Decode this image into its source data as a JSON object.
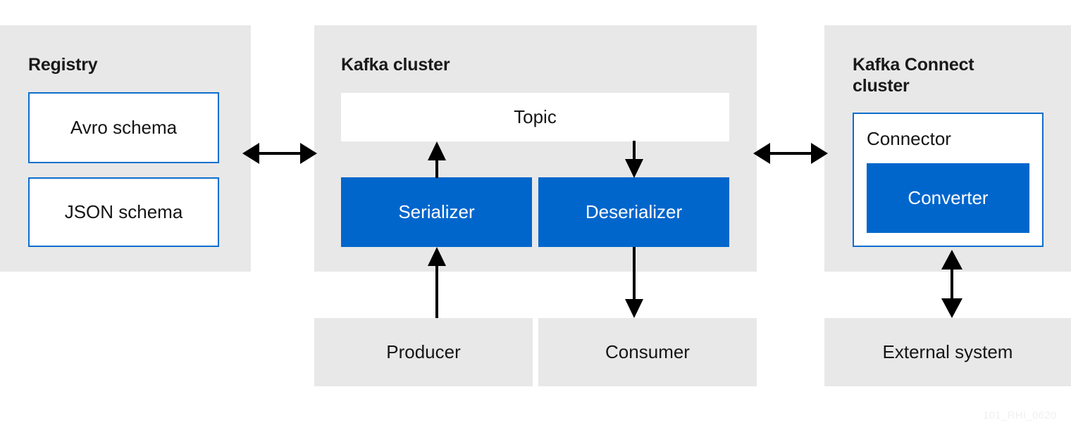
{
  "diagram": {
    "watermark": "101_RHI_0620",
    "colors": {
      "panel_bg": "#E8E8E8",
      "accent_blue": "#0066CC",
      "outline_blue": "#0D6ECD",
      "text": "#151515",
      "canvas": "#FFFFFF"
    }
  },
  "panels": [
    {
      "id": "registry",
      "title": "Registry",
      "boxes": [
        {
          "id": "avro-schema",
          "label": "Avro schema",
          "style": "outlined"
        },
        {
          "id": "json-schema",
          "label": "JSON schema",
          "style": "outlined"
        }
      ]
    },
    {
      "id": "kafka-cluster",
      "title": "Kafka cluster",
      "boxes": [
        {
          "id": "topic",
          "label": "Topic",
          "style": "white"
        },
        {
          "id": "serializer",
          "label": "Serializer",
          "style": "blue"
        },
        {
          "id": "deserializer",
          "label": "Deserializer",
          "style": "blue"
        }
      ]
    },
    {
      "id": "kafka-connect-cluster",
      "title": "Kafka Connect\ncluster",
      "boxes": [
        {
          "id": "connector",
          "label": "Connector",
          "style": "outlined"
        },
        {
          "id": "converter",
          "label": "Converter",
          "style": "blue"
        }
      ]
    }
  ],
  "external_boxes": [
    {
      "id": "producer",
      "label": "Producer"
    },
    {
      "id": "consumer",
      "label": "Consumer"
    },
    {
      "id": "external-system",
      "label": "External system"
    }
  ],
  "connectors": [
    {
      "id": "registry-to-kafka",
      "kind": "double-horizontal",
      "from": "registry",
      "to": "kafka-cluster"
    },
    {
      "id": "kafka-to-connect",
      "kind": "double-horizontal",
      "from": "kafka-cluster",
      "to": "kafka-connect-cluster"
    },
    {
      "id": "serializer-to-topic",
      "kind": "single-up",
      "from": "serializer",
      "to": "topic"
    },
    {
      "id": "topic-to-deserializer",
      "kind": "single-down",
      "from": "topic",
      "to": "deserializer"
    },
    {
      "id": "producer-to-serializer",
      "kind": "single-up",
      "from": "producer",
      "to": "serializer"
    },
    {
      "id": "deserializer-to-consumer",
      "kind": "single-down",
      "from": "deserializer",
      "to": "consumer"
    },
    {
      "id": "connector-to-external-system",
      "kind": "double-vertical",
      "from": "connector",
      "to": "external-system"
    }
  ]
}
